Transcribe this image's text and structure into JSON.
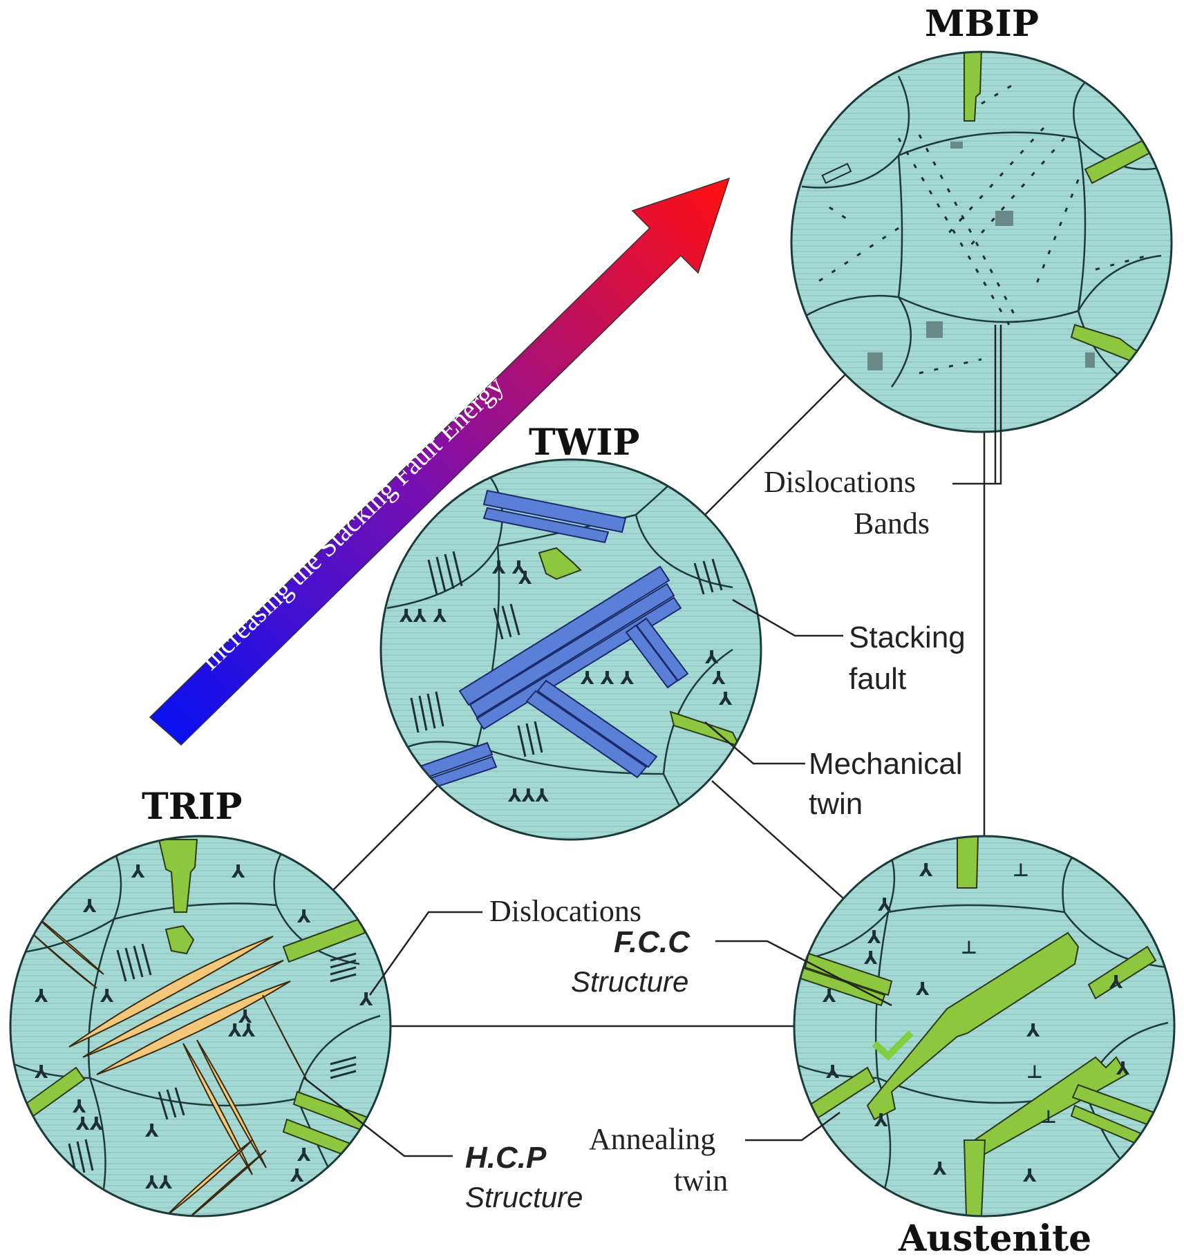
{
  "titles": {
    "mbip": "MBIP",
    "twip": "TWIP",
    "trip": "TRIP",
    "austenite": "Austenite"
  },
  "arrow_label": "Increasing the Stacking Fault Energy",
  "labels": {
    "dislocations_bands_1": "Dislocations",
    "dislocations_bands_2": "Bands",
    "stacking_fault_1": "Stacking",
    "stacking_fault_2": "fault",
    "mechanical_twin_1": "Mechanical",
    "mechanical_twin_2": "twin",
    "dislocations": "Dislocations",
    "fcc_1": "F.C.C",
    "fcc_2": "Structure",
    "annealing_twin_1": "Annealing",
    "annealing_twin_2": "twin",
    "hcp_1": "H.C.P",
    "hcp_2": "Structure"
  },
  "colors": {
    "grain": "#9fd4d0",
    "grain_dark": "#7fbfbb",
    "annealing_twin": "#8dc63f",
    "mechanical_twin": "#5b7fd6",
    "hcp_martensite": "#f4c87a",
    "arrow_start": "#1010e0",
    "arrow_end": "#ee1010"
  }
}
